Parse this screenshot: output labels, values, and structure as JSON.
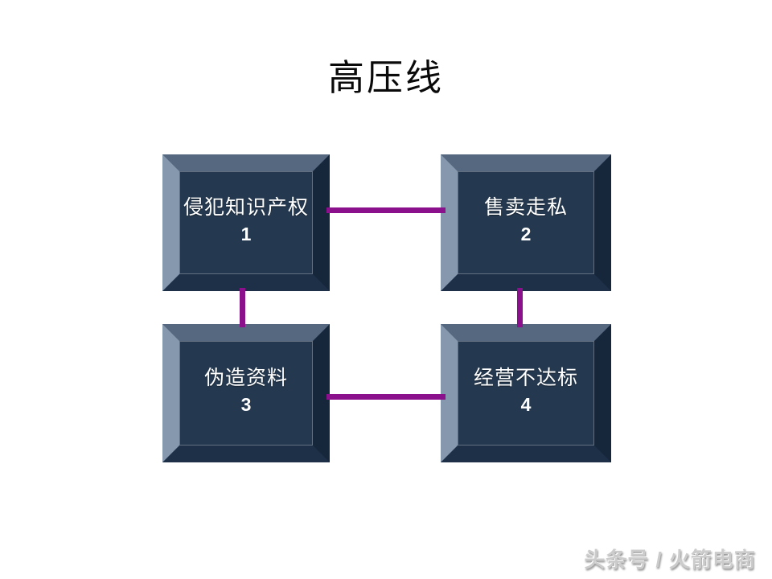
{
  "slide": {
    "title": "高压线",
    "watermark": "头条号 / 火箭电商"
  },
  "colors": {
    "connector": "#8A108C",
    "box_face": "#24384F",
    "bevel_top": "#56687F",
    "bevel_left": "#8598AD",
    "bevel_right": "#16273C",
    "bevel_bottom": "#1E3048",
    "node_text": "#FFFFFF",
    "title_text": "#0A0A0A",
    "watermark_text": "#CCCCCC",
    "background": "#FFFFFF"
  },
  "diagram": {
    "type": "cycle",
    "nodes": [
      {
        "label": "侵犯知识产权",
        "number": "1"
      },
      {
        "label": "售卖走私",
        "number": "2"
      },
      {
        "label": "伪造资料",
        "number": "3"
      },
      {
        "label": "经营不达标",
        "number": "4"
      }
    ],
    "edges": [
      {
        "from": "1",
        "to": "2"
      },
      {
        "from": "1",
        "to": "3"
      },
      {
        "from": "2",
        "to": "4"
      },
      {
        "from": "3",
        "to": "4"
      }
    ]
  }
}
